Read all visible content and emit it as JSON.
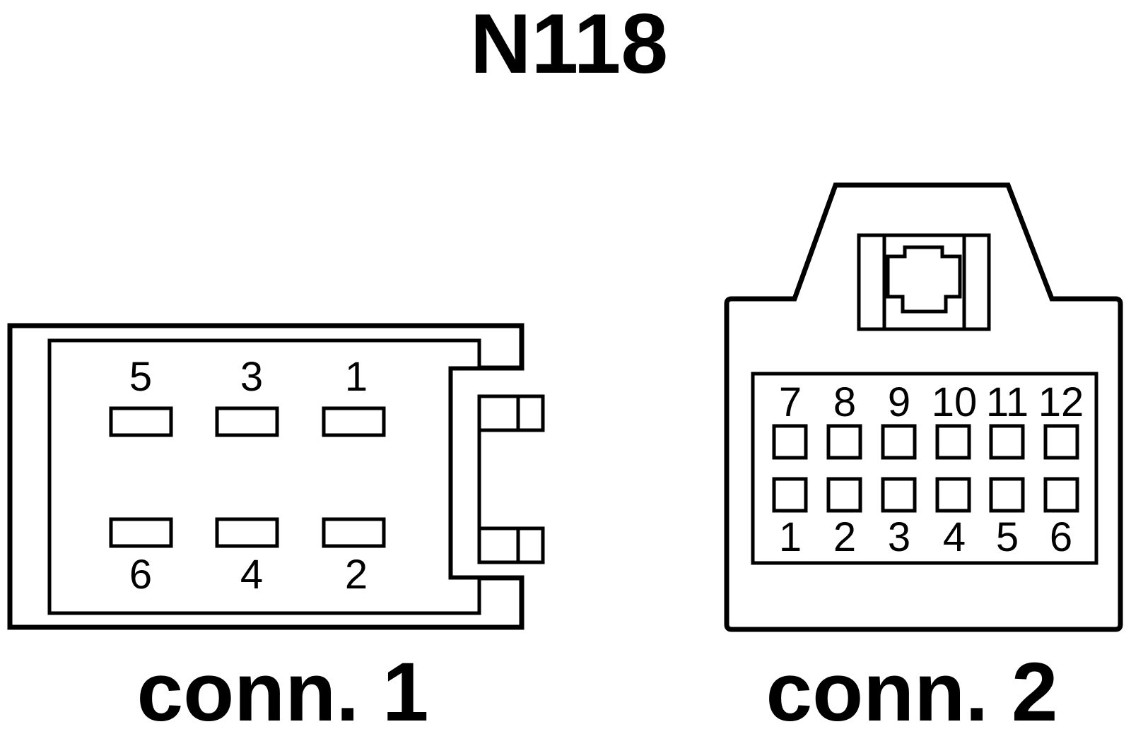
{
  "title": "N118",
  "connector1": {
    "caption": "conn. 1",
    "pins_top": [
      "5",
      "3",
      "1"
    ],
    "pins_bottom": [
      "6",
      "4",
      "2"
    ]
  },
  "connector2": {
    "caption": "conn. 2",
    "pins_top": [
      "7",
      "8",
      "9",
      "10",
      "11",
      "12"
    ],
    "pins_bottom": [
      "1",
      "2",
      "3",
      "4",
      "5",
      "6"
    ]
  }
}
